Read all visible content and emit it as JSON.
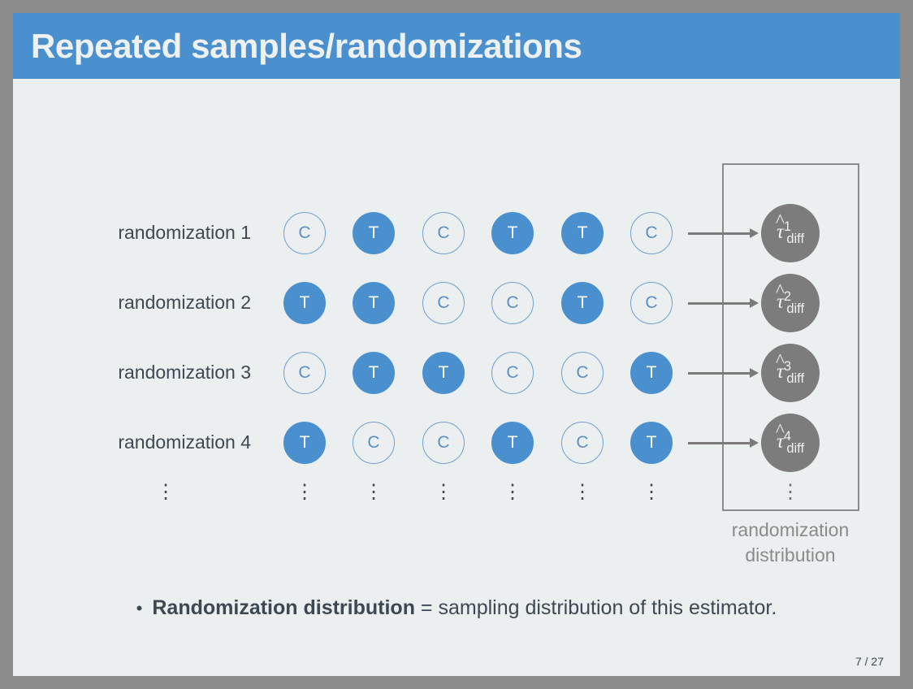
{
  "slide": {
    "title": "Repeated samples/randomizations",
    "page_number": "7 / 27",
    "colors": {
      "header_blue": "#4a90cf",
      "slide_background": "#eceff0",
      "frame_gray": "#8c8c8c",
      "text_dark": "#3d4852",
      "estimator_gray": "#7c7c7c",
      "caption_gray": "#8a8a8a"
    }
  },
  "diagram": {
    "rows": [
      {
        "label": "randomization 1",
        "assignments": [
          "C",
          "T",
          "C",
          "T",
          "T",
          "C"
        ],
        "estimator": {
          "symbol": "τ",
          "hat": true,
          "superscript": "1",
          "subscript": "diff"
        }
      },
      {
        "label": "randomization 2",
        "assignments": [
          "T",
          "T",
          "C",
          "C",
          "T",
          "C"
        ],
        "estimator": {
          "symbol": "τ",
          "hat": true,
          "superscript": "2",
          "subscript": "diff"
        }
      },
      {
        "label": "randomization 3",
        "assignments": [
          "C",
          "T",
          "T",
          "C",
          "C",
          "T"
        ],
        "estimator": {
          "symbol": "τ",
          "hat": true,
          "superscript": "3",
          "subscript": "diff"
        }
      },
      {
        "label": "randomization 4",
        "assignments": [
          "T",
          "C",
          "C",
          "T",
          "C",
          "T"
        ],
        "estimator": {
          "symbol": "τ",
          "hat": true,
          "superscript": "4",
          "subscript": "diff"
        }
      }
    ],
    "continuation_symbol": "⋮",
    "distribution_caption_line1": "randomization",
    "distribution_caption_line2": "distribution"
  },
  "bullet": {
    "marker": "•",
    "strong": "Randomization distribution",
    "rest": " = sampling distribution of this estimator."
  }
}
